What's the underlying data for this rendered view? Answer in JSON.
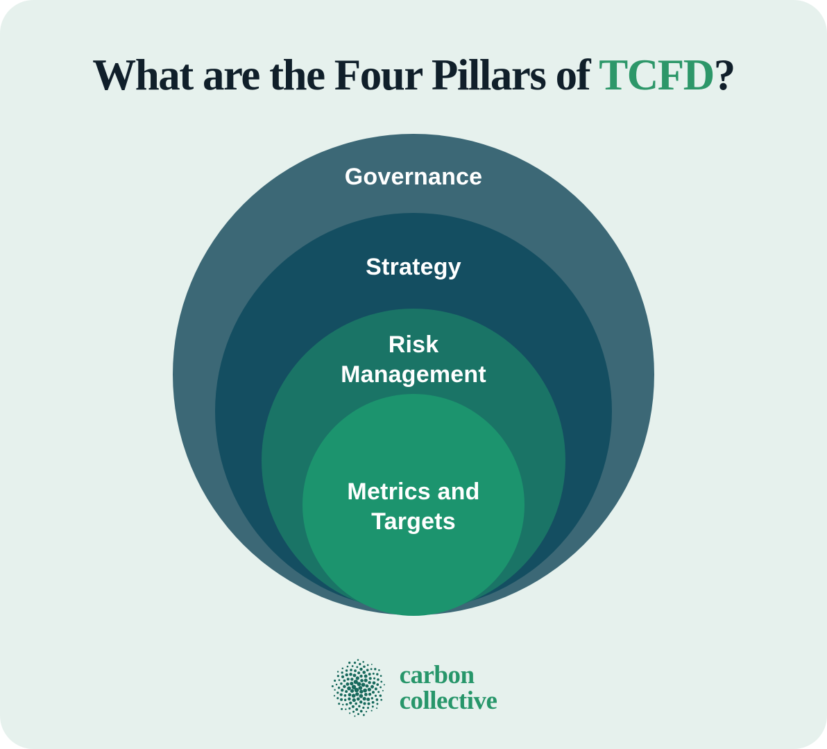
{
  "title": {
    "text_before": "What are the Four Pillars of ",
    "highlight": "TCFD",
    "text_after": "?"
  },
  "pillars": [
    {
      "label": "Governance",
      "color": "#3c6876"
    },
    {
      "label": "Strategy",
      "color": "#144e61"
    },
    {
      "label": "Risk Management",
      "color": "#1a7466"
    },
    {
      "label": "Metrics and Targets",
      "color": "#1c946e"
    }
  ],
  "brand": {
    "line1": "carbon",
    "line2": "collective",
    "text_color": "#27966a",
    "logo_dot_color": "#17695c",
    "logo_icon": "dotted-sphere-icon"
  },
  "colors": {
    "background": "#e6f1ed",
    "title_text": "#101f2a",
    "title_highlight": "#2d9769",
    "label_text": "#ffffff"
  }
}
